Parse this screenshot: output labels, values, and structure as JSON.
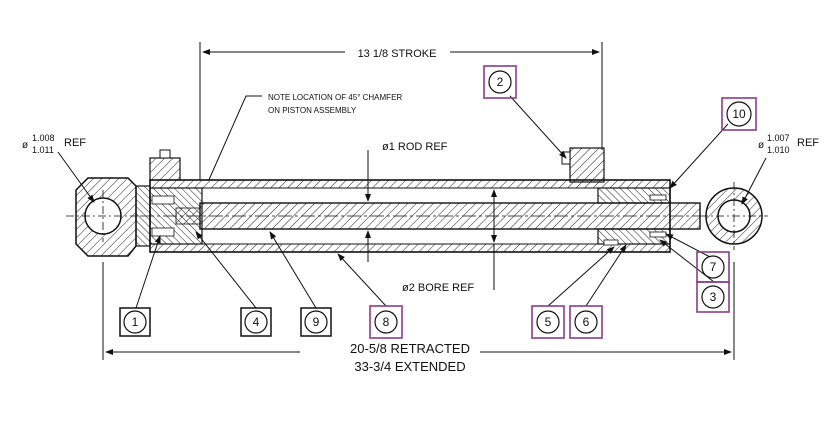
{
  "dimensions": {
    "stroke": "13 1/8  STROKE",
    "rod": "ø1  ROD  REF",
    "bore": "ø2  BORE  REF",
    "retracted": "20-5/8 RETRACTED",
    "extended": "33-3/4 EXTENDED",
    "left_pin": {
      "prefix": "ø",
      "upper": "1.008",
      "lower": "1.011",
      "suffix": "REF"
    },
    "right_pin": {
      "prefix": "ø",
      "upper": "1.007",
      "lower": "1.010",
      "suffix": "REF"
    }
  },
  "note": {
    "line1": "NOTE LOCATION OF 45° CHAMFER",
    "line2": "ON PISTON ASSEMBLY"
  },
  "balloons": [
    {
      "id": "1",
      "style": "plain"
    },
    {
      "id": "4",
      "style": "plain"
    },
    {
      "id": "9",
      "style": "plain"
    },
    {
      "id": "8",
      "style": "highlight"
    },
    {
      "id": "5",
      "style": "highlight"
    },
    {
      "id": "6",
      "style": "highlight"
    },
    {
      "id": "3",
      "style": "highlight"
    },
    {
      "id": "7",
      "style": "highlight"
    },
    {
      "id": "2",
      "style": "highlight"
    },
    {
      "id": "10",
      "style": "highlight"
    }
  ],
  "colors": {
    "ink": "#111111",
    "highlight": "#8a3c8c"
  }
}
